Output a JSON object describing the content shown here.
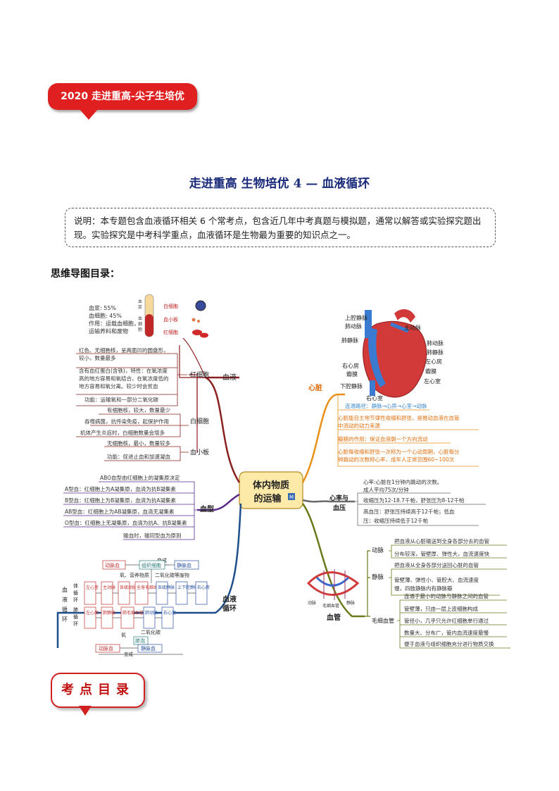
{
  "banner": "2020 走进重高-尖子生培优",
  "title": "走进重高  生物培优 4  —  血液循环",
  "note": "说明：本专题包含血液循环相关 6 个常考点，包含近几年中考真题与模拟题，通常以解答或实验探究题出现。实验探究是中考科学重点，血液循环是生物最为重要的知识点之一。",
  "section_title": "思维导图目录：",
  "center": {
    "line1": "体内物质",
    "line2": "的运输",
    "badge": "M"
  },
  "left": {
    "xueye": {
      "label": "血液",
      "composition": [
        "血浆: 55%",
        "血细胞: 45%",
        "作用：运载血细胞，",
        "运输养料和废物"
      ],
      "tube_labels": [
        "血",
        "浆",
        "血",
        "细",
        "胞"
      ],
      "cell_labels": [
        "白细胞",
        "血小板",
        "红细胞"
      ],
      "hongxibao": {
        "label": "红细胞",
        "items": [
          "红色、无细胞核，呈两面凹的圆盘形，",
          "较小，数量最多",
          "含有血红蛋白(含铁)，特性：在氧浓度",
          "高的地方容易和氧结合，在氧浓度低的",
          "地方容易和氧分离。较少时会贫血",
          "功能：运输氧和一部分二氧化碳"
        ]
      },
      "baixibao": {
        "label": "白细胞",
        "items": [
          "有细胞核，较大，数量最少",
          "吞噬病菌，抗传染免疫，起保护作用",
          "机体产生炎症时，白细胞数量会增多"
        ]
      },
      "xuexiaoban": {
        "label": "血小板",
        "items": [
          "无细胞核，最小，数量较多",
          "功能：促进止血和加速凝血"
        ]
      }
    },
    "xuexing": {
      "label": "血型",
      "items": [
        "ABO血型由红细胞上的凝集原决定",
        "A型血：红细胞上为A凝集原，血清为抗B凝集素",
        "B型血：红细胞上为B凝集原，血清为抗A凝集素",
        "AB型血：红细胞上为AB凝集原，血清无凝集素",
        "O型血：红细胞上无凝集原，血清为抗A、抗B凝集素",
        "输血时，输同型血为原则"
      ]
    },
    "xunhuan": {
      "label1": "血液",
      "label2": "循环",
      "diagram": {
        "top": [
          "变成",
          "动脉血",
          "组织细胞",
          "静脉血",
          "氧、营养物质",
          "二氧化碳等废物"
        ],
        "body_label": [
          "血",
          "液",
          "循",
          "环"
        ],
        "ti": [
          "体",
          "循",
          "环"
        ],
        "fei": [
          "肺",
          "循",
          "环"
        ],
        "row1": [
          "左心室",
          "主动脉",
          "各级动脉",
          "全身毛细血管",
          "各级静脉",
          "上下腔静脉",
          "右心房"
        ],
        "row2": [
          "左心房",
          "肺静脉",
          "肺毛细血管",
          "肺动脉",
          "右心室"
        ],
        "bottom": [
          "氧",
          "二氧化碳",
          "肺泡",
          "动脉血",
          "静脉血",
          "变成"
        ]
      }
    }
  },
  "right": {
    "xinzang": {
      "label": "心脏",
      "heart_labels": [
        "上腔静脉",
        "肺动脉",
        "肺静脉",
        "主动脉",
        "肺动脉",
        "肺静脉",
        "右心房",
        "瓣膜",
        "左心房",
        "瓣膜",
        "下腔静脉",
        "右心室",
        "左心室"
      ],
      "items": [
        "连通路径：静脉→心房→心室→动脉",
        "心脏能自主地节律性收缩和舒张，是推动血液在血管",
        "中流动的动力来源",
        "瓣膜的作用：保证血液朝一个方向流动",
        "心脏每收缩和舒张一次称为一个心动周期，心脏每分",
        "钟跳动的次数称心率，成年人正常范围60~100次"
      ]
    },
    "xinlv": {
      "label1": "心率与",
      "label2": "血压",
      "items": [
        "心率:心脏在1分钟内跳动的次数。",
        "成人平均75次/分钟",
        "收缩压为12-18.7千帕，舒张压为8-12千帕",
        "高血压：舒张压持续高于12千帕；低血",
        "压：收缩压持续低于12千帕"
      ]
    },
    "xueguan": {
      "label": "血管",
      "vessel_labels": [
        "动脉",
        "毛细血管",
        "静脉"
      ],
      "dongmai": {
        "label": "动脉",
        "items": [
          "把血液从心脏输送到全身各部分去的血管",
          "分布较深，管壁厚、弹性大，血流速度快"
        ]
      },
      "jingmai": {
        "label": "静脉",
        "items": [
          "把血液从全身各部分送回心脏的血管",
          "管壁薄、弹性小、管腔大、血流速度",
          "慢，四肢静脉内有静脉瓣"
        ]
      },
      "maoxi": {
        "label": "毛细血管",
        "items": [
          "连通于最小的动脉与静脉之间的血管",
          "管壁薄，只由一层上皮细胞构成",
          "管径小，几乎只允许红细胞单行通过",
          "数量大、分布广，管内血流速度最慢",
          "便于血液与组织细胞充分进行物质交换"
        ]
      }
    }
  },
  "kaodian": "考点目录",
  "colors": {
    "red": "#e02020",
    "xueye": "#8b2020",
    "xuexing": "#5a2a8a",
    "xunhuan": "#1f4f8a",
    "xinzang": "#e8901a",
    "xinlv": "#6a6a6a",
    "xueguan": "#6a7a1a"
  }
}
